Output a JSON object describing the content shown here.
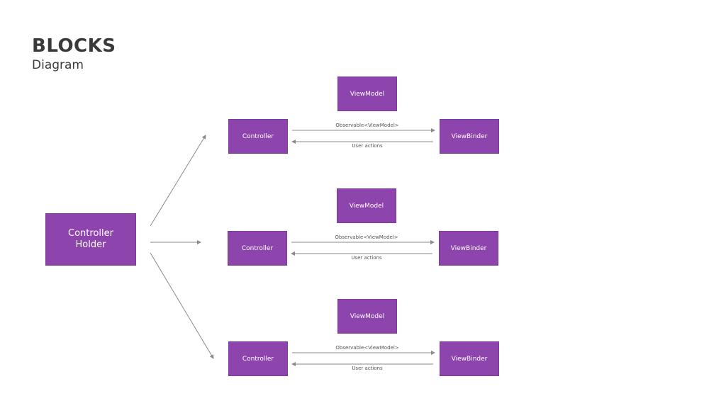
{
  "header": {
    "title": "BLOCKS",
    "subtitle": "Diagram"
  },
  "holder": {
    "label": "Controller Holder"
  },
  "rows": [
    {
      "viewmodel": "ViewModel",
      "controller": "Controller",
      "viewbinder": "ViewBinder",
      "observable": "Observable<ViewModel>",
      "actions": "User actions"
    },
    {
      "viewmodel": "ViewModel",
      "controller": "Controller",
      "viewbinder": "ViewBinder",
      "observable": "Observable<ViewModel>",
      "actions": "User actions"
    },
    {
      "viewmodel": "ViewModel",
      "controller": "Controller",
      "viewbinder": "ViewBinder",
      "observable": "Observable<ViewModel>",
      "actions": "User actions"
    }
  ],
  "colors": {
    "box": "#8e44ad",
    "arrow": "#8a8a8a",
    "text": "#3a3a3a"
  }
}
